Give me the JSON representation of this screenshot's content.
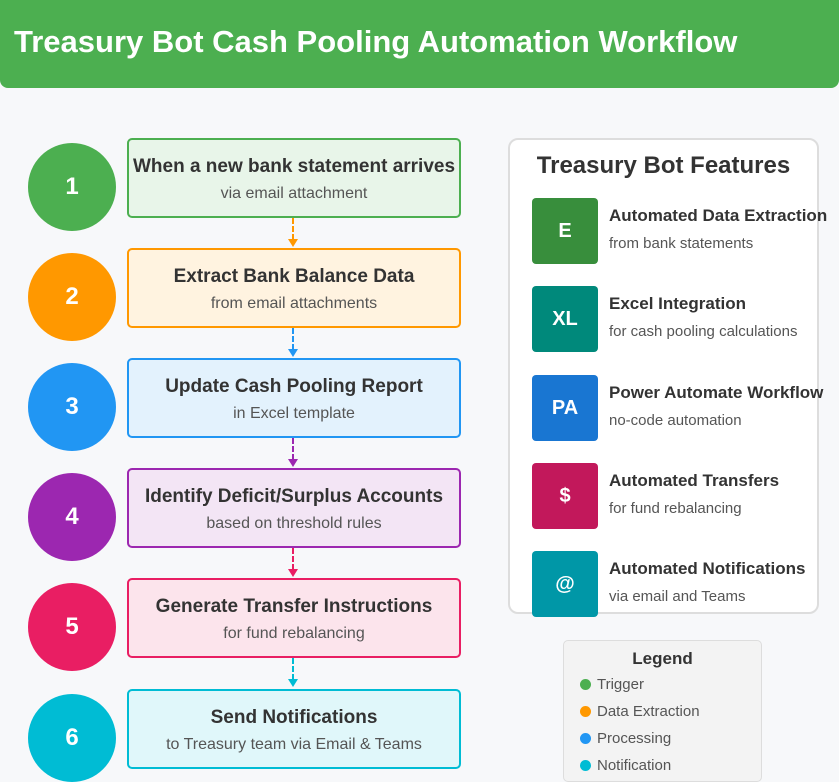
{
  "title": "Treasury Bot Cash Pooling Automation Workflow",
  "steps": [
    {
      "num": "1",
      "title": "When a new bank statement arrives",
      "sub": "via email attachment",
      "color": "#4CAF50",
      "fill": "#e8f5e9"
    },
    {
      "num": "2",
      "title": "Extract Bank Balance Data",
      "sub": "from email attachments",
      "color": "#FF9800",
      "fill": "#fff3e0"
    },
    {
      "num": "3",
      "title": "Update Cash Pooling Report",
      "sub": "in Excel template",
      "color": "#2196F3",
      "fill": "#e3f2fd"
    },
    {
      "num": "4",
      "title": "Identify Deficit/Surplus Accounts",
      "sub": "based on threshold rules",
      "color": "#9C27B0",
      "fill": "#f3e5f5"
    },
    {
      "num": "5",
      "title": "Generate Transfer Instructions",
      "sub": "for fund rebalancing",
      "color": "#E91E63",
      "fill": "#fce4ec"
    },
    {
      "num": "6",
      "title": "Send Notifications",
      "sub": "to Treasury team via Email & Teams",
      "color": "#00BCD4",
      "fill": "#e0f7fa"
    }
  ],
  "features": {
    "title": "Treasury Bot Features",
    "items": [
      {
        "icon": "E",
        "title": "Automated Data Extraction",
        "sub": "from bank statements",
        "color": "#388E3C"
      },
      {
        "icon": "XL",
        "title": "Excel Integration",
        "sub": "for cash pooling calculations",
        "color": "#00897B"
      },
      {
        "icon": "PA",
        "title": "Power Automate Workflow",
        "sub": "no-code automation",
        "color": "#1976D2"
      },
      {
        "icon": "$",
        "title": "Automated Transfers",
        "sub": "for fund rebalancing",
        "color": "#C2185B"
      },
      {
        "icon": "@",
        "title": "Automated Notifications",
        "sub": "via email and Teams",
        "color": "#0097A7"
      }
    ]
  },
  "legend": {
    "title": "Legend",
    "items": [
      {
        "label": "Trigger",
        "color": "#4CAF50"
      },
      {
        "label": "Data Extraction",
        "color": "#FF9800"
      },
      {
        "label": "Processing",
        "color": "#2196F3"
      },
      {
        "label": "Notification",
        "color": "#00BCD4"
      }
    ]
  }
}
